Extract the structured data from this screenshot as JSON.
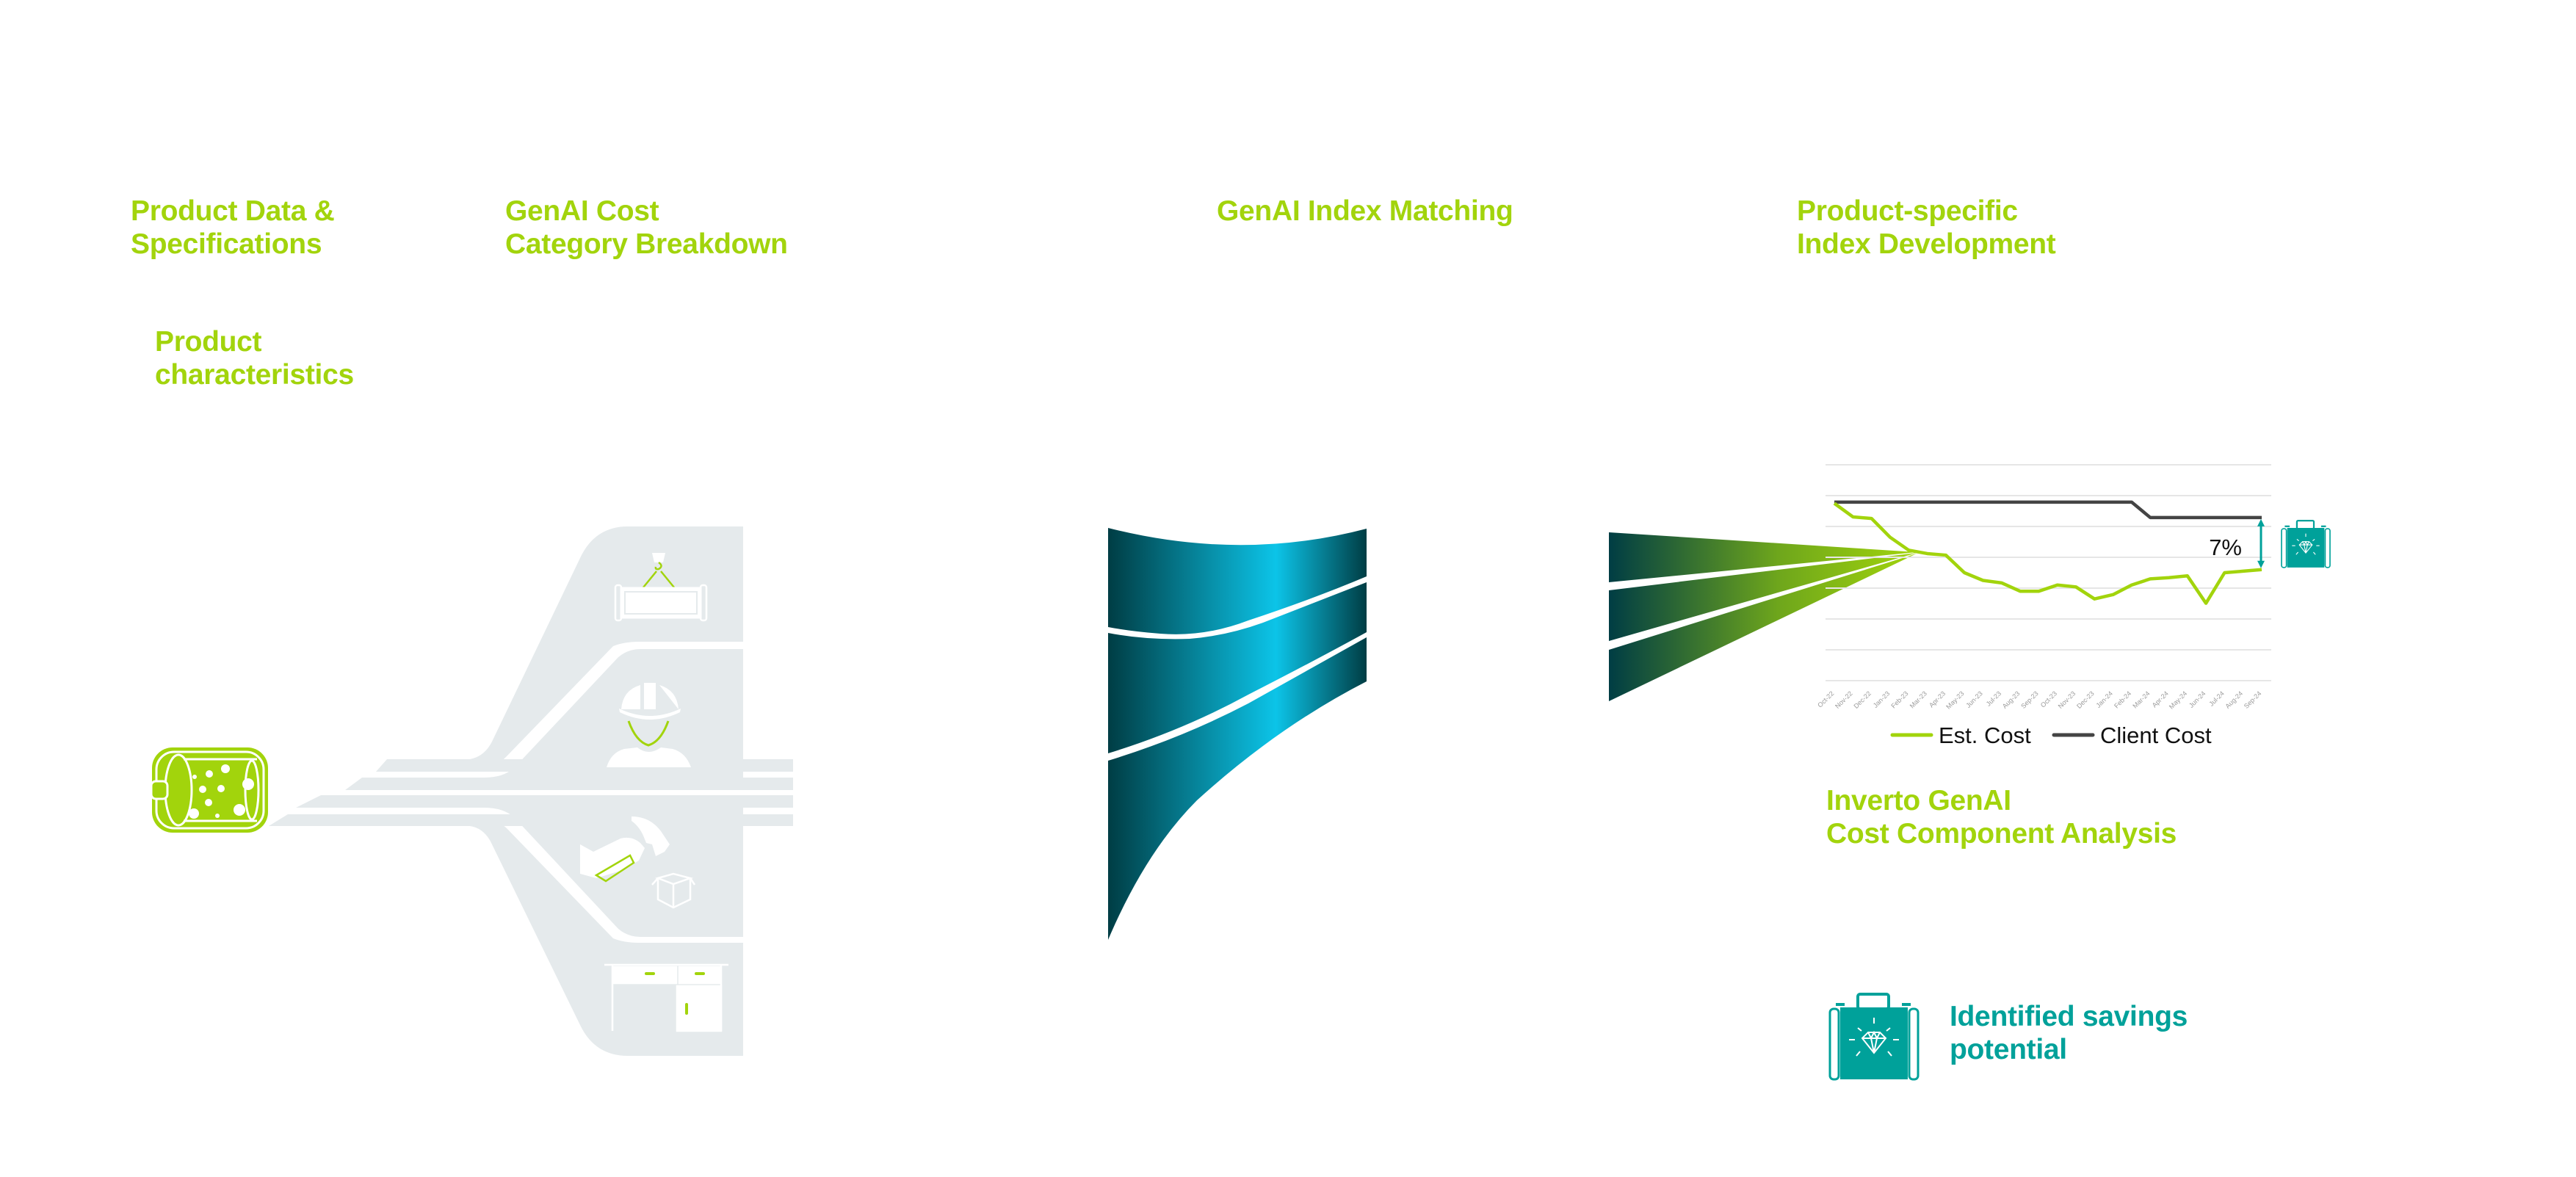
{
  "steps": {
    "product_data": {
      "lines": [
        "Product Data &",
        "Specifications"
      ]
    },
    "cost_category": {
      "lines": [
        "GenAI Cost",
        "Category Breakdown"
      ]
    },
    "index_matching": {
      "lines": [
        "GenAI Index Matching"
      ]
    },
    "index_development": {
      "lines": [
        "Product-specific",
        "Index Development"
      ]
    }
  },
  "product_characteristics": {
    "lines": [
      "Product",
      "characteristics"
    ]
  },
  "cost_categories": [
    {
      "name": "material",
      "icon": "crane-lifting-pipe-icon"
    },
    {
      "name": "labor",
      "icon": "construction-worker-icon"
    },
    {
      "name": "manufacturing-packaging",
      "icon": "hand-hammer-box-icon"
    },
    {
      "name": "overhead",
      "icon": "desk-cabinet-icon"
    }
  ],
  "analysis_label": {
    "lines": [
      "Inverto GenAI",
      "Cost Component Analysis"
    ]
  },
  "savings": {
    "lines": [
      "Identified savings",
      "potential"
    ],
    "icon": "briefcase-diamond-icon"
  },
  "colors": {
    "brand_green": "#a2d40c",
    "teal": "#00a19a",
    "client_line": "#444444",
    "panel_gray": "#e5eaec",
    "index_teal_light": "#0cc4e8",
    "index_teal_dark": "#003d44"
  },
  "chart_data": {
    "type": "line",
    "title": "",
    "xlabel": "",
    "ylabel": "",
    "ylim": [
      0,
      7
    ],
    "y_units": "relative index (unlabeled axis, gridline units)",
    "grid": true,
    "legend_position": "bottom",
    "x": [
      "Oct-22",
      "Nov-22",
      "Dec-22",
      "Jan-23",
      "Feb-23",
      "Mar-23",
      "Apr-23",
      "May-23",
      "Jun-23",
      "Jul-23",
      "Aug-23",
      "Sep-23",
      "Oct-23",
      "Nov-23",
      "Dec-23",
      "Jan-24",
      "Feb-24",
      "Mar-24",
      "Apr-24",
      "May-24",
      "Jun-24",
      "Jul-24",
      "Aug-24",
      "Sep-24"
    ],
    "series": [
      {
        "name": "Est. Cost",
        "color": "#a2d40c",
        "values": [
          5.75,
          5.31,
          5.26,
          4.65,
          4.23,
          4.12,
          4.07,
          3.5,
          3.25,
          3.17,
          2.9,
          2.9,
          3.1,
          3.04,
          2.65,
          2.79,
          3.1,
          3.3,
          3.34,
          3.4,
          2.51,
          3.5,
          3.55,
          3.6
        ]
      },
      {
        "name": "Client Cost",
        "color": "#444444",
        "values": [
          5.79,
          5.79,
          5.79,
          5.79,
          5.79,
          5.79,
          5.79,
          5.79,
          5.79,
          5.79,
          5.79,
          5.79,
          5.79,
          5.79,
          5.79,
          5.79,
          5.79,
          5.29,
          5.29,
          5.29,
          5.29,
          5.29,
          5.29,
          5.29
        ]
      }
    ],
    "annotations": [
      {
        "text": "7%",
        "type": "gap-arrow",
        "between": [
          "Client Cost",
          "Est. Cost"
        ],
        "at": "Sep-24"
      }
    ]
  }
}
